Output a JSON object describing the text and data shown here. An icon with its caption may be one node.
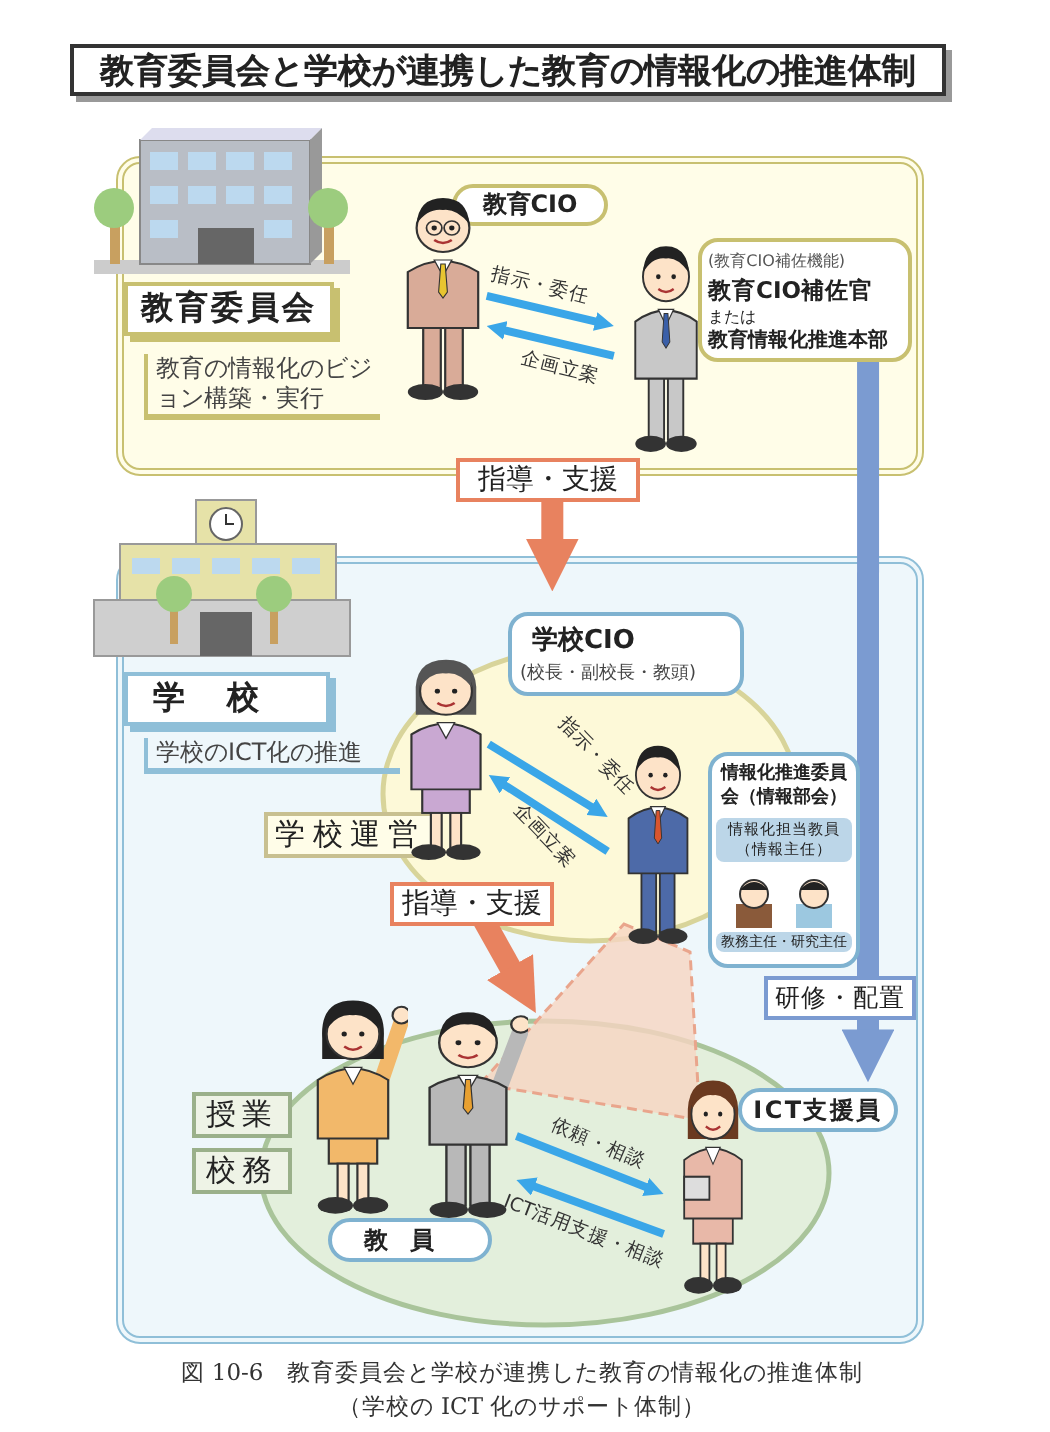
{
  "diagram": {
    "title": "教育委員会と学校が連携した教育の情報化の推進体制",
    "caption": "図 10-6　教育委員会と学校が連携した教育の情報化の推進体制（学校の ICT 化のサポート体制）",
    "nodes": [
      {
        "text": [
          "教育委員会",
          "教育の情報化のビジョン構築・実行"
        ]
      },
      {
        "text": [],
        "shape": "person",
        "in": 0
      },
      {
        "text": [
          "教育CIO"
        ],
        "in": 0
      },
      {
        "text": [],
        "shape": "person",
        "in": 0
      },
      {
        "text": [
          "(教育CIO補佐機能)",
          "教育CIO補佐官",
          "または",
          "教育情報化推進本部"
        ],
        "in": 0
      },
      {
        "text": [
          "学校",
          "学校のICT化の推進"
        ]
      },
      {
        "text": [],
        "shape": "circle",
        "in": 5
      },
      {
        "text": [],
        "shape": "person",
        "in": 6
      },
      {
        "text": [
          "学校CIO",
          "(校長・副校長・教頭)"
        ],
        "in": 5
      },
      {
        "text": [],
        "shape": "person",
        "in": 6
      },
      {
        "text": [
          "情報化推進委員会（情報部会）",
          "情報化担当教員（情報主任）",
          "教務主任・研究主任"
        ],
        "in": 5
      },
      {
        "text": [
          "学校運営"
        ],
        "in": 5
      },
      {
        "text": [],
        "shape": "circle",
        "in": 5
      },
      {
        "text": [],
        "shape": "person",
        "in": 5
      },
      {
        "text": [],
        "shape": "person",
        "in": 12
      },
      {
        "text": [
          "授業"
        ],
        "in": 5
      },
      {
        "text": [
          "校務"
        ],
        "in": 5
      },
      {
        "text": [
          "教員"
        ],
        "in": 12
      },
      {
        "text": [],
        "shape": "person",
        "in": 12
      },
      {
        "text": [
          "ICT支援員"
        ],
        "in": 5
      }
    ],
    "edges": [
      {
        "from": 1,
        "to": 3,
        "arrow": "to",
        "label": "指示・委任"
      },
      {
        "from": 3,
        "to": 1,
        "arrow": "to",
        "label": "企画立案"
      },
      {
        "from": 0,
        "to": 5,
        "arrow": "to",
        "label": "指導・支援",
        "style": "thick",
        "color": "#e8825f"
      },
      {
        "from": 4,
        "to": 19,
        "arrow": "to",
        "label": "研修・配置",
        "style": "thick",
        "color": "#7b9bd1"
      },
      {
        "from": 7,
        "to": 9,
        "arrow": "to",
        "label": "指示・委任"
      },
      {
        "from": 9,
        "to": 7,
        "arrow": "to",
        "label": "企画立案"
      },
      {
        "from": 6,
        "to": 12,
        "arrow": "to",
        "label": "指導・支援",
        "style": "thick",
        "color": "#e8825f"
      },
      {
        "from": 14,
        "to": 18,
        "arrow": "to",
        "label": "依頼・相談"
      },
      {
        "from": 18,
        "to": 14,
        "arrow": "to",
        "label": "ICT活用支援・相談"
      }
    ]
  }
}
